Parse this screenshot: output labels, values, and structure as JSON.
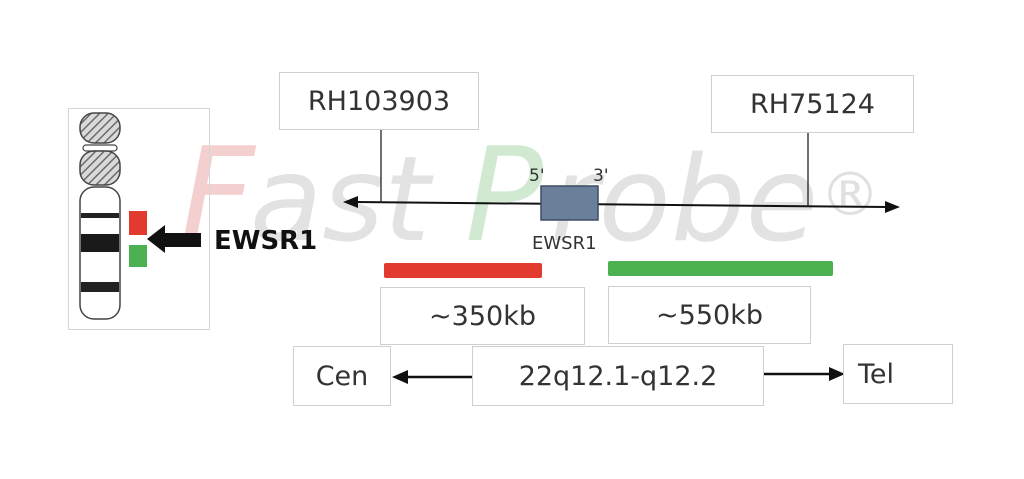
{
  "watermark": {
    "text": "FastProbe",
    "registered": "®"
  },
  "ideogram": {
    "gene_label": "EWSR1"
  },
  "probes": {
    "left_marker": "RH103903",
    "right_marker": "RH75124",
    "five_prime": "5'",
    "three_prime": "3'",
    "gene_label": "EWSR1",
    "red_size": "~350kb",
    "green_size": "~550kb"
  },
  "locus": {
    "centromere": "Cen",
    "band": "22q12.1-q12.2",
    "telomere": "Tel"
  },
  "colors": {
    "red_probe": "#e23a2e",
    "green_probe": "#4caf50",
    "gene_box": "#6a7f99",
    "line": "#111111"
  }
}
